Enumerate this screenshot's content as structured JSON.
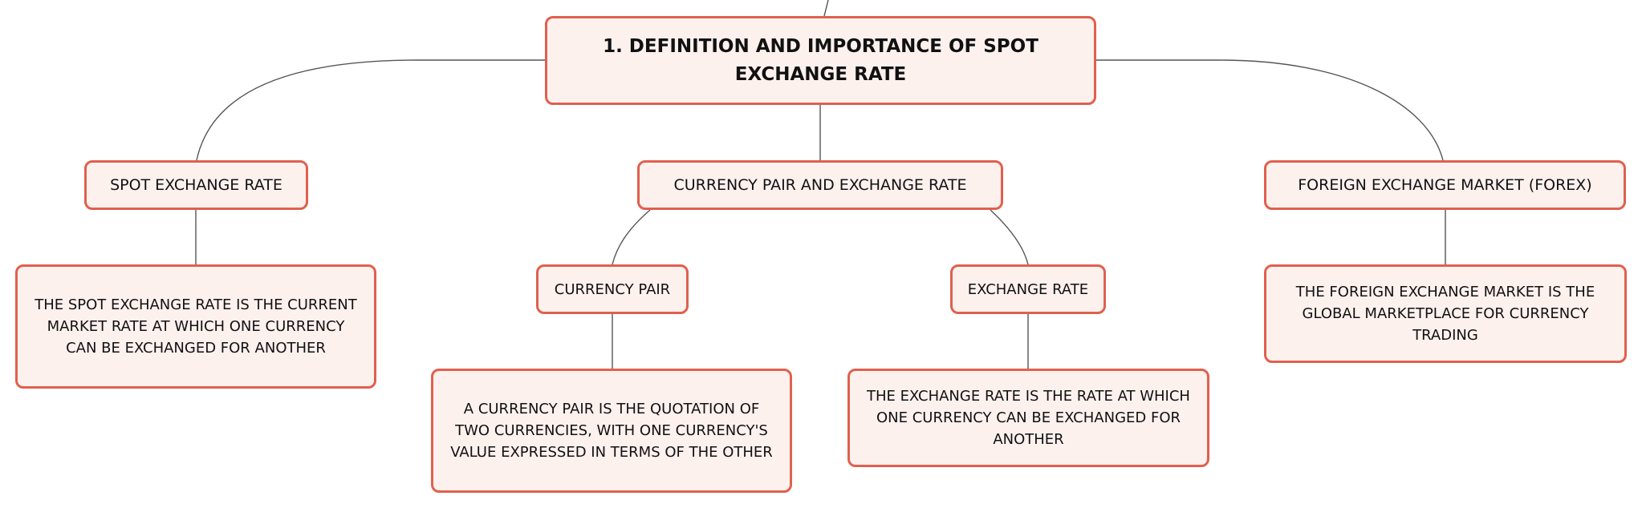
{
  "colors": {
    "node_fill": "#fdf1ee",
    "node_border": "#e0604e",
    "connector": "#555555"
  },
  "nodes": {
    "root": "1. DEFINITION AND IMPORTANCE OF SPOT EXCHANGE RATE",
    "spot_exchange_rate": "SPOT EXCHANGE RATE",
    "spot_exchange_rate_desc": "THE SPOT EXCHANGE RATE IS THE CURRENT MARKET RATE AT WHICH ONE CURRENCY CAN BE EXCHANGED FOR ANOTHER",
    "currency_pair_and_exchange_rate": "CURRENCY PAIR AND EXCHANGE RATE",
    "currency_pair": "CURRENCY PAIR",
    "currency_pair_desc": "A CURRENCY PAIR IS THE QUOTATION OF TWO CURRENCIES, WITH ONE CURRENCY'S VALUE EXPRESSED IN TERMS OF THE OTHER",
    "exchange_rate": "EXCHANGE RATE",
    "exchange_rate_desc": "THE EXCHANGE RATE IS THE RATE AT WHICH ONE CURRENCY CAN BE EXCHANGED FOR ANOTHER",
    "forex": "FOREIGN EXCHANGE MARKET (FOREX)",
    "forex_desc": "THE FOREIGN EXCHANGE MARKET IS THE GLOBAL MARKETPLACE FOR CURRENCY TRADING"
  }
}
